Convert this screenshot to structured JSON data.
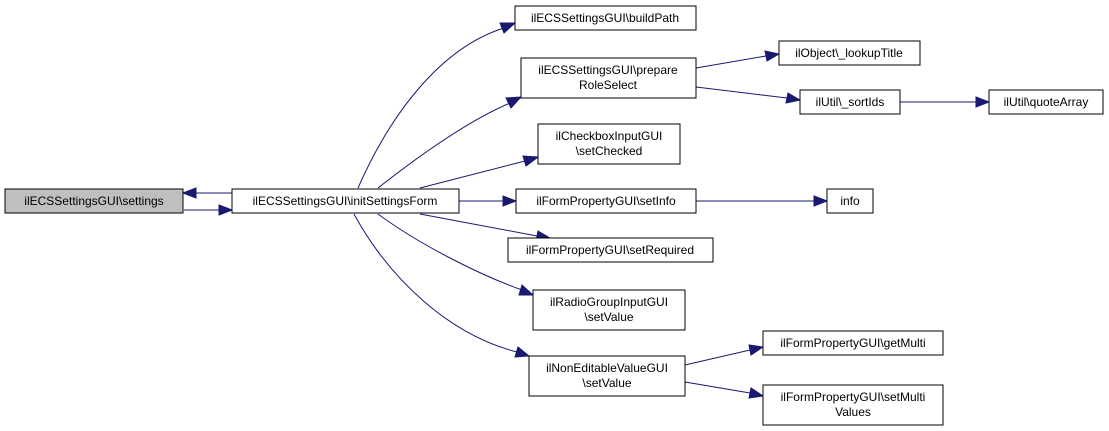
{
  "graph": {
    "nodes": {
      "settings": {
        "lines": [
          "ilECSSettingsGUI\\settings"
        ]
      },
      "initSettingsForm": {
        "lines": [
          "ilECSSettingsGUI\\initSettingsForm"
        ]
      },
      "buildPath": {
        "lines": [
          "ilECSSettingsGUI\\buildPath"
        ]
      },
      "prepareRoleSelect": {
        "lines": [
          "ilECSSettingsGUI\\prepare",
          "RoleSelect"
        ]
      },
      "lookupTitle": {
        "lines": [
          "ilObject\\_lookupTitle"
        ]
      },
      "sortIds": {
        "lines": [
          "ilUtil\\_sortIds"
        ]
      },
      "quoteArray": {
        "lines": [
          "ilUtil\\quoteArray"
        ]
      },
      "setChecked": {
        "lines": [
          "ilCheckboxInputGUI",
          "\\setChecked"
        ]
      },
      "setInfo": {
        "lines": [
          "ilFormPropertyGUI\\setInfo"
        ]
      },
      "info": {
        "lines": [
          "info"
        ]
      },
      "setRequired": {
        "lines": [
          "ilFormPropertyGUI\\setRequired"
        ]
      },
      "radioSetValue": {
        "lines": [
          "ilRadioGroupInputGUI",
          "\\setValue"
        ]
      },
      "nonEditableSetValue": {
        "lines": [
          "ilNonEditableValueGUI",
          "\\setValue"
        ]
      },
      "getMulti": {
        "lines": [
          "ilFormPropertyGUI\\getMulti"
        ]
      },
      "setMultiValues": {
        "lines": [
          "ilFormPropertyGUI\\setMulti",
          "Values"
        ]
      }
    }
  }
}
